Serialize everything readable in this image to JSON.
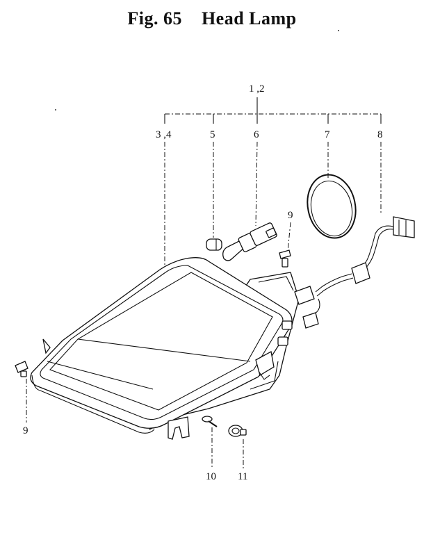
{
  "title": {
    "fig": "Fig. 65",
    "name": "Head Lamp"
  },
  "callouts": {
    "c12": "1 ,2",
    "c34": "3 ,4",
    "c5": "5",
    "c6": "6",
    "c7": "7",
    "c8": "8",
    "c9a": "9",
    "c9b": "9",
    "c10": "10",
    "c11": "11"
  }
}
